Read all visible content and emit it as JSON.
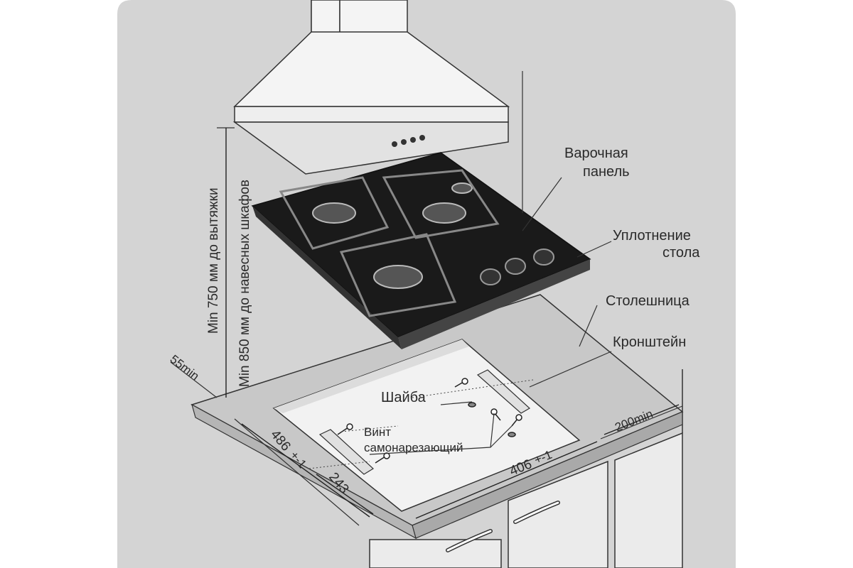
{
  "labels": {
    "hob": [
      "Варочная",
      "панель"
    ],
    "seal": [
      "Уплотнение",
      "стола"
    ],
    "countertop": "Столешница",
    "bracket": "Кронштейн",
    "washer": "Шайба",
    "screw": [
      "Винт",
      "самонарезающий"
    ]
  },
  "dimensions": {
    "hood_clearance": "Min 750 мм до вытяжки",
    "cabinet_clearance": "Min 850 мм до навесных шкафов",
    "front_margin": "55min",
    "side_margin": "200min",
    "depth": "486",
    "depth_tol": "+-1",
    "width": "406",
    "width_tol": "+-1",
    "half_depth": "243"
  },
  "colors": {
    "background": "#ffffff",
    "wall": "#d4d4d4",
    "countertop": "#c8c8c8",
    "cutout": "#f2f2f2",
    "glass": "#1a1a1a",
    "hood": "#f4f4f4",
    "cabinet": "#ebebeb",
    "line": "#222222"
  }
}
